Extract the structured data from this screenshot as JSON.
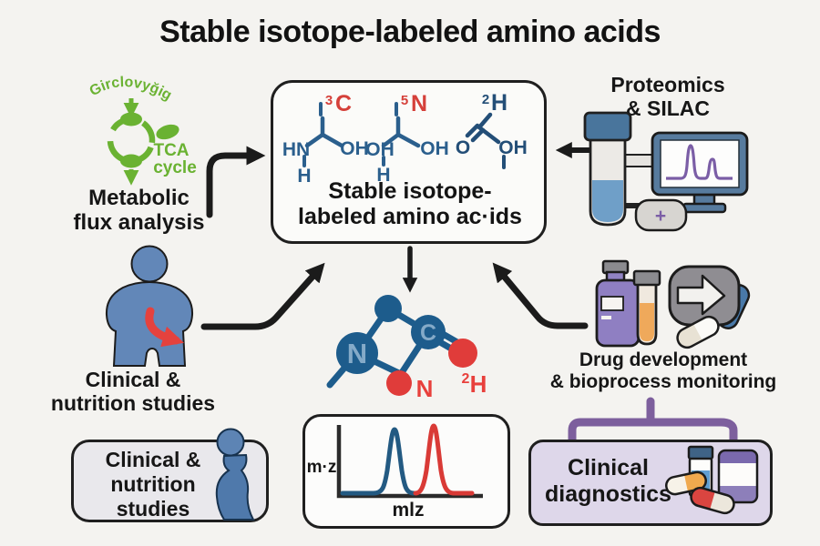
{
  "title": "Stable isotope-labeled amino acids",
  "colors": {
    "background": "#f4f3f0",
    "green": "#6ab232",
    "structure_blue": "#2b5f8d",
    "isotope_red": "#d5403a",
    "isotope_navy": "#234e77",
    "arrow_black": "#1b1b1b",
    "monitor_purple": "#7b5ea6",
    "bracket_purple": "#7d5f9d",
    "diagnostics_fill": "#ded7ea",
    "human_blue": "#6287b8",
    "peak_blue": "#235a82",
    "peak_red": "#d93a36"
  },
  "metabolic": {
    "pathway_label": "Girclovyğig",
    "cycle_label_line1": "TCA",
    "cycle_label_line2": "cycle",
    "caption_line1": "Metabolic",
    "caption_line2": "flux analysis"
  },
  "center_box": {
    "structure_c13": {
      "superscript": "3",
      "element": "C",
      "group_left": "HN",
      "group_right": "OH",
      "group_bottom": "H"
    },
    "structure_n15": {
      "superscript": "5",
      "element": "N",
      "group_left": "OH",
      "group_bottom": "H",
      "group_right": "OH"
    },
    "structure_h2": {
      "superscript": "2",
      "element": "H",
      "group_left": "O",
      "group_right": "OH"
    },
    "caption_line1": "Stable isotope-",
    "caption_line2": "labeled amino ac·ids"
  },
  "proteomics": {
    "label_line1": "Proteomics",
    "label_line2": "& SILAC",
    "device_plus": "+"
  },
  "clinical_human": {
    "caption_line1": "Clinical &",
    "caption_line2": "nutrition studies"
  },
  "clinical_box": {
    "line1": "Clinical &",
    "line2": "nutrition",
    "line3": "studies"
  },
  "molecule": {
    "atom_n": "N",
    "atom_c": "C",
    "atom_n_red": "N",
    "isotope_superscript": "2",
    "isotope_element": "H"
  },
  "spectrum": {
    "y_axis_label": "m·z",
    "x_axis_label": "mlz",
    "peak_colors": [
      "#235a82",
      "#d93a36"
    ]
  },
  "drug": {
    "caption_line1": "Drug development",
    "caption_line2": "& bioprocess monitoring"
  },
  "diagnostics": {
    "line1": "Clinical",
    "line2": "diagnostics"
  }
}
